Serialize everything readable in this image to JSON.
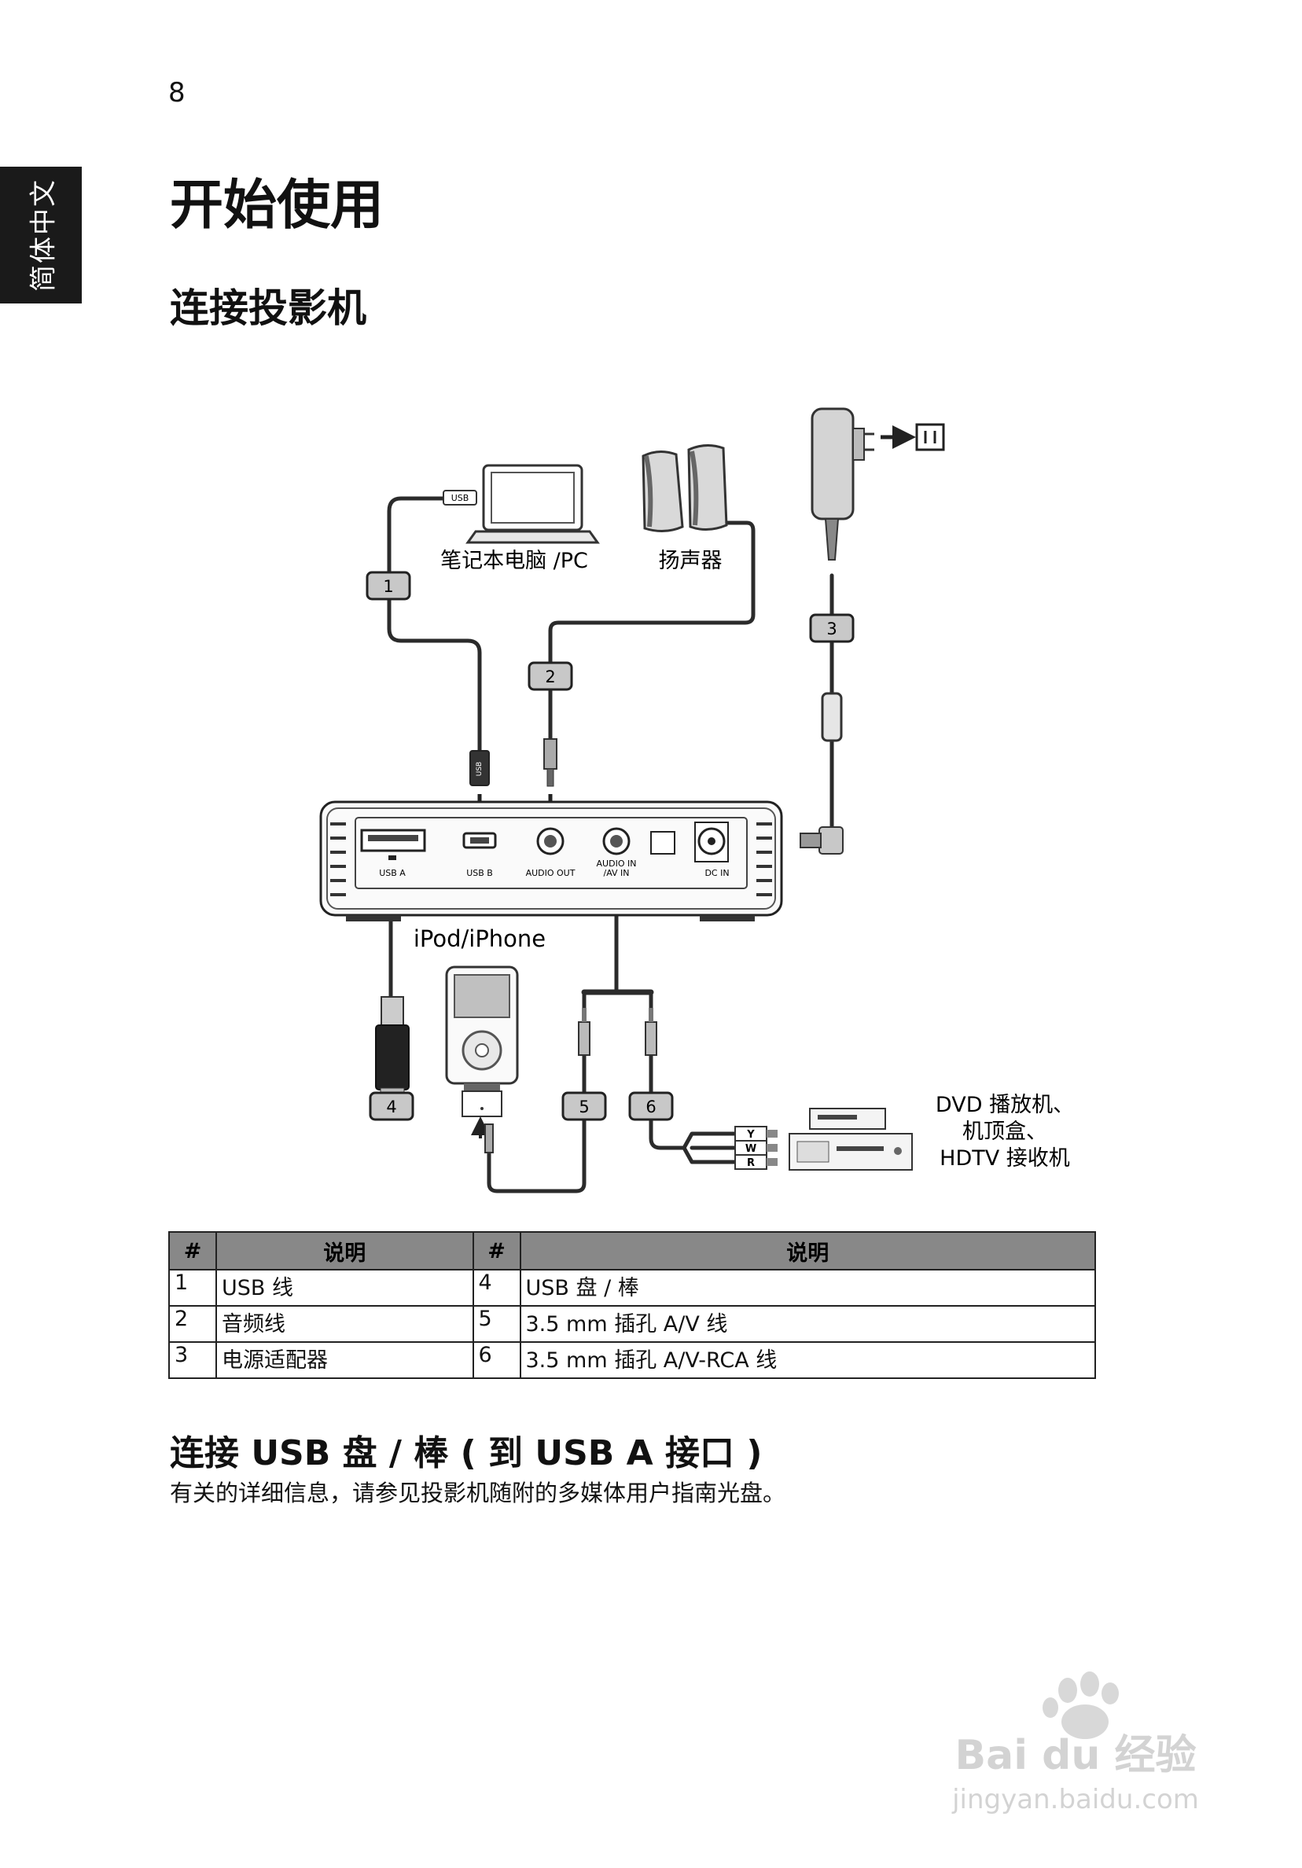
{
  "page": {
    "number": "8",
    "side_tab": "简体中文",
    "title": "开始使用",
    "section_title": "连接投影机"
  },
  "diagram": {
    "labels": {
      "laptop": "笔记本电脑 /PC",
      "speakers": "扬声器",
      "ipod": "iPod/iPhone",
      "dvd_line1": "DVD 播放机、",
      "dvd_line2": "机顶盒、",
      "dvd_line3": "HDTV 接收机",
      "usb_tag": "USB",
      "usb_plug": "USB"
    },
    "ports": {
      "usb_a": "USB A",
      "usb_b": "USB B",
      "audio_out": "AUDIO OUT",
      "audio_in_1": "AUDIO IN",
      "audio_in_2": "/AV IN",
      "dc_in": "DC IN"
    },
    "callouts": [
      "1",
      "2",
      "3",
      "4",
      "5",
      "6"
    ],
    "rca": [
      "R",
      "W",
      "Y"
    ]
  },
  "table": {
    "headers": {
      "num": "#",
      "desc": "说明"
    },
    "rows": [
      {
        "n1": "1",
        "d1": "USB 线",
        "n2": "4",
        "d2": "USB 盘 / 棒"
      },
      {
        "n1": "2",
        "d1": "音频线",
        "n2": "5",
        "d2": "3.5 mm 插孔 A/V 线"
      },
      {
        "n1": "3",
        "d1": "电源适配器",
        "n2": "6",
        "d2": "3.5 mm 插孔 A/V-RCA 线"
      }
    ]
  },
  "subsection": {
    "title": "连接 USB 盘 / 棒 ( 到 USB A 接口 )",
    "text": "有关的详细信息，请参见投影机随附的多媒体用户指南光盘。"
  },
  "watermark": {
    "brand": "Bai du 经验",
    "url": "jingyan.baidu.com"
  }
}
